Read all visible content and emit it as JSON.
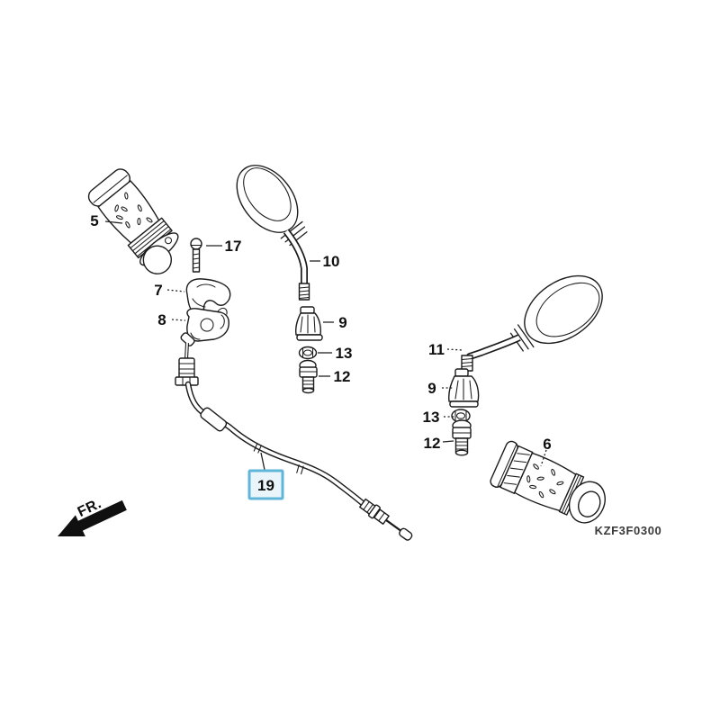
{
  "diagram": {
    "code": "KZF3F0300",
    "front_marker": "FR.",
    "selected_ref": "19",
    "line_color": "#1b1b1b",
    "highlight": {
      "border": "#5fb6d8",
      "fill": "#e9f5fb"
    },
    "labels": {
      "grip_left": "5",
      "screw": "17",
      "housing_upper": "7",
      "housing_lower": "8",
      "mirror_left": "10",
      "boot_left": "9",
      "nut_left": "13",
      "adapter_left": "12",
      "mirror_right": "11",
      "boot_right": "9",
      "nut_right": "13",
      "adapter_right": "12",
      "grip_right": "6",
      "cable": "19"
    }
  }
}
